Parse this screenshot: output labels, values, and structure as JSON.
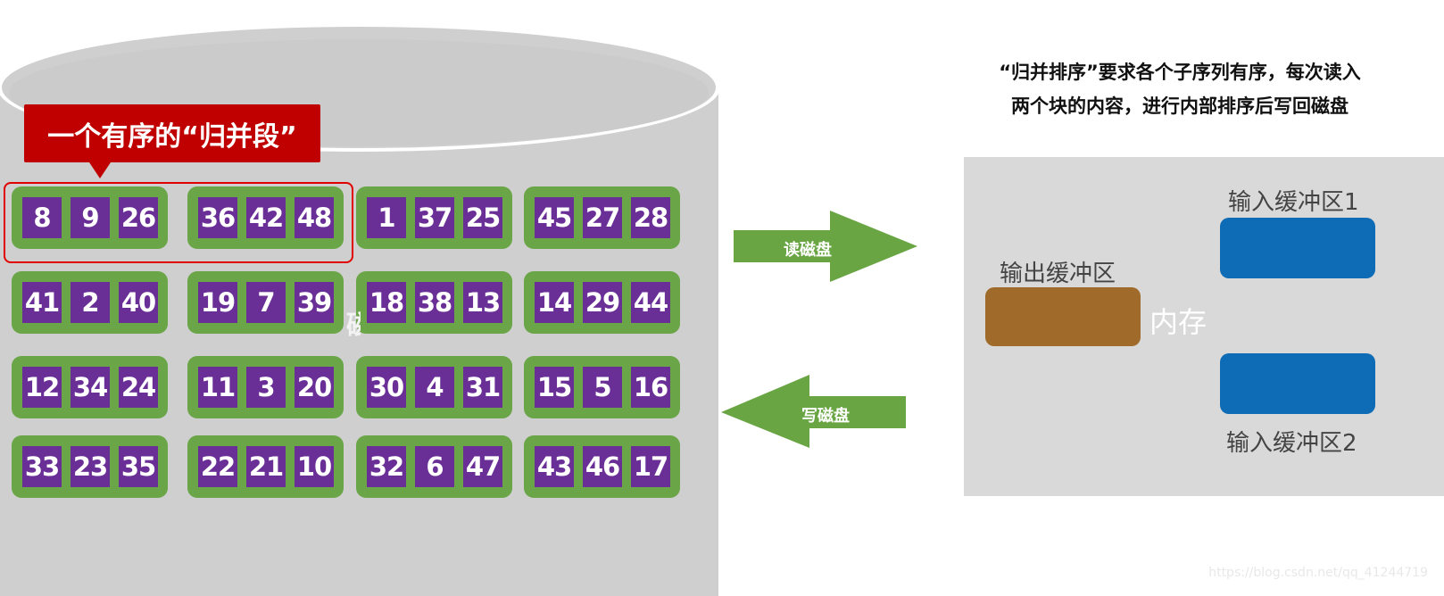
{
  "disk": {
    "callout": "一个有序的“归并段”",
    "hidden_label": "磁",
    "rows": [
      [
        [
          8,
          9,
          26
        ],
        [
          36,
          42,
          48
        ],
        [
          1,
          37,
          25
        ],
        [
          45,
          27,
          28
        ]
      ],
      [
        [
          41,
          2,
          40
        ],
        [
          19,
          7,
          39
        ],
        [
          18,
          38,
          13
        ],
        [
          14,
          29,
          44
        ]
      ],
      [
        [
          12,
          34,
          24
        ],
        [
          11,
          3,
          20
        ],
        [
          30,
          4,
          31
        ],
        [
          15,
          5,
          16
        ]
      ],
      [
        [
          33,
          23,
          35
        ],
        [
          22,
          21,
          10
        ],
        [
          32,
          6,
          47
        ],
        [
          43,
          46,
          17
        ]
      ]
    ]
  },
  "arrows": {
    "read_label": "读磁盘",
    "write_label": "写磁盘"
  },
  "description": {
    "line1": "“归并排序”要求各个子序列有序，每次读入",
    "line2": "两个块的内容，进行内部排序后写回磁盘"
  },
  "memory": {
    "label": "内存",
    "output_buffer": "输出缓冲区",
    "input_buffer_1": "输入缓冲区1",
    "input_buffer_2": "输入缓冲区2"
  },
  "colors": {
    "cell": "#6a2f96",
    "block": "#6aa547",
    "callout": "#c00000",
    "output_buffer": "#a06a2a",
    "input_buffer": "#0e6bb5",
    "arrow": "#69a543",
    "disk": "#cfcfcf"
  },
  "watermark": "https://blog.csdn.net/qq_41244719"
}
